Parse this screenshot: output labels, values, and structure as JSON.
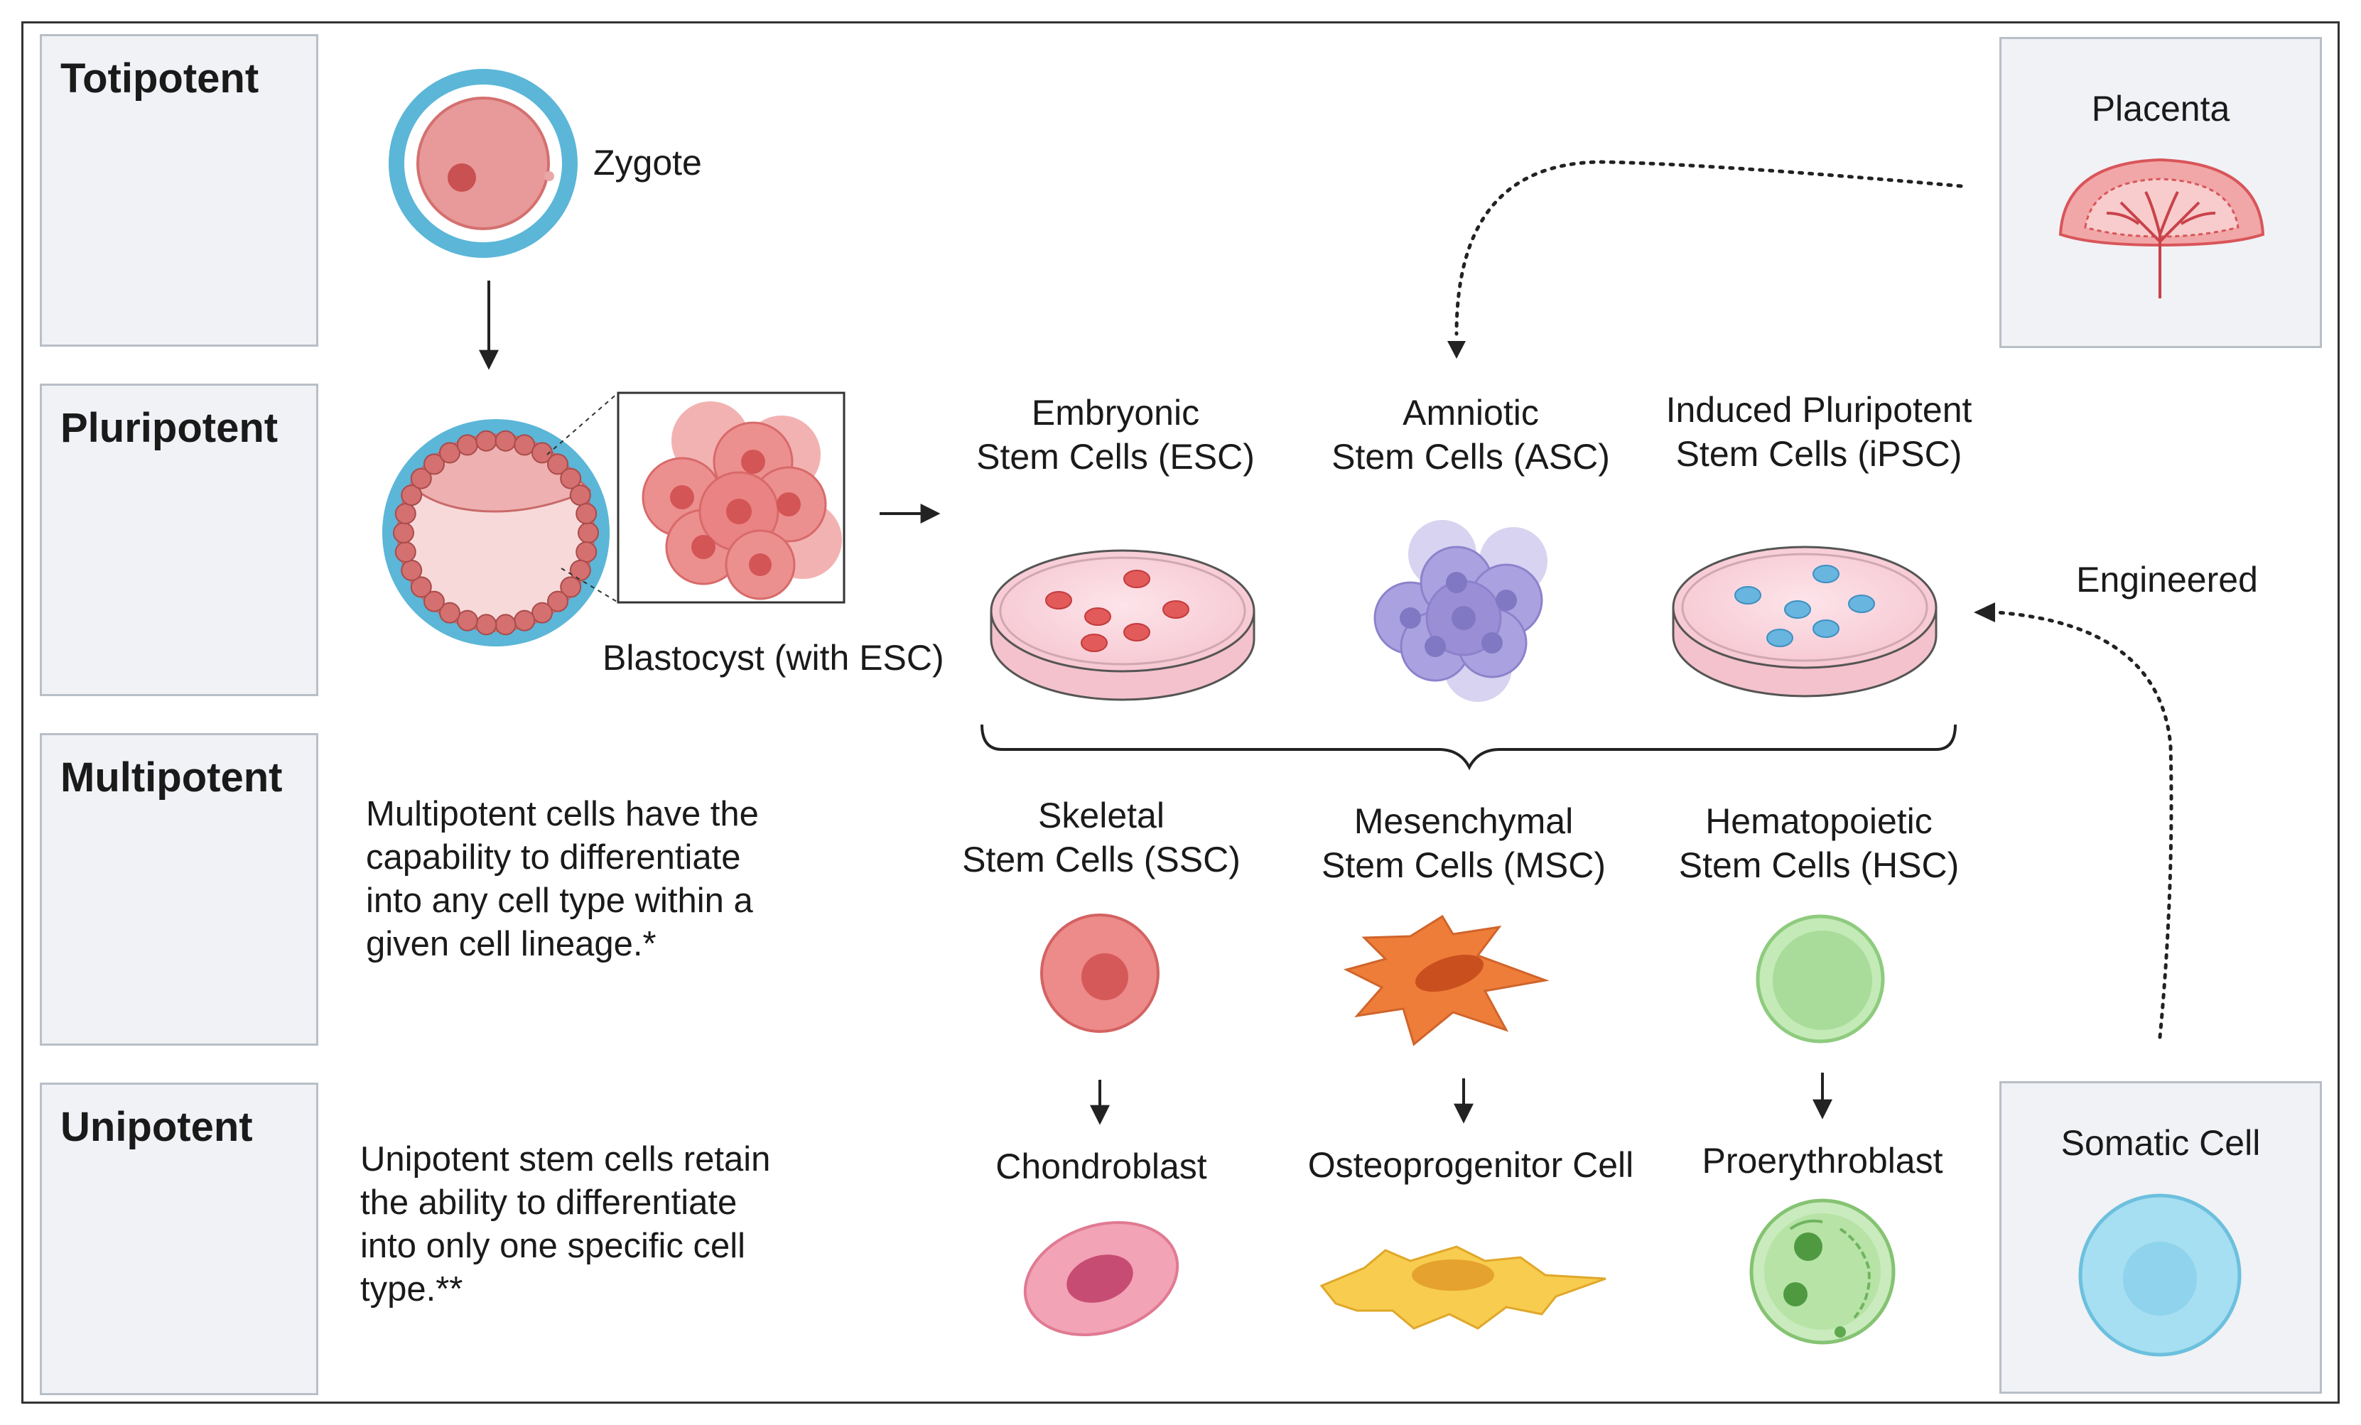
{
  "levels": {
    "totipotent": "Totipotent",
    "pluripotent": "Pluripotent",
    "multipotent": "Multipotent",
    "unipotent": "Unipotent"
  },
  "cells": {
    "zygote": "Zygote",
    "blastocyst": "Blastocyst (with ESC)",
    "esc_line1": "Embryonic",
    "esc_line2": "Stem Cells (ESC)",
    "asc_line1": "Amniotic",
    "asc_line2": "Stem Cells (ASC)",
    "ipsc_line1": "Induced Pluripotent",
    "ipsc_line2": "Stem Cells (iPSC)",
    "ssc_line1": "Skeletal",
    "ssc_line2": "Stem Cells (SSC)",
    "msc_line1": "Mesenchymal",
    "msc_line2": "Stem Cells (MSC)",
    "hsc_line1": "Hematopoietic",
    "hsc_line2": "Stem Cells (HSC)",
    "chondroblast": "Chondroblast",
    "osteoprogenitor": "Osteoprogenitor Cell",
    "proerythroblast": "Proerythroblast"
  },
  "sources": {
    "placenta": "Placenta",
    "engineered": "Engineered",
    "somatic": "Somatic Cell"
  },
  "descriptions": {
    "multipotent": [
      "Multipotent cells have the",
      "capability to differentiate",
      "into any cell type within a",
      "given cell lineage.*"
    ],
    "unipotent": [
      "Unipotent stem cells retain",
      "the ability to differentiate",
      "into only one specific cell",
      "type.**"
    ]
  },
  "colors": {
    "zona": "#5bb6d8",
    "esc_red": "#e35a5a",
    "asc_purple": "#9a8fd6",
    "ipsc_blue": "#59a9d8",
    "msc_orange": "#ee7d3a",
    "hsc_green": "#a9dc9a",
    "osteo_yellow": "#f4be3c",
    "chondro_pink": "#e07a92",
    "somatic_blue": "#8fd3ec",
    "placenta_red": "#d9555a"
  }
}
